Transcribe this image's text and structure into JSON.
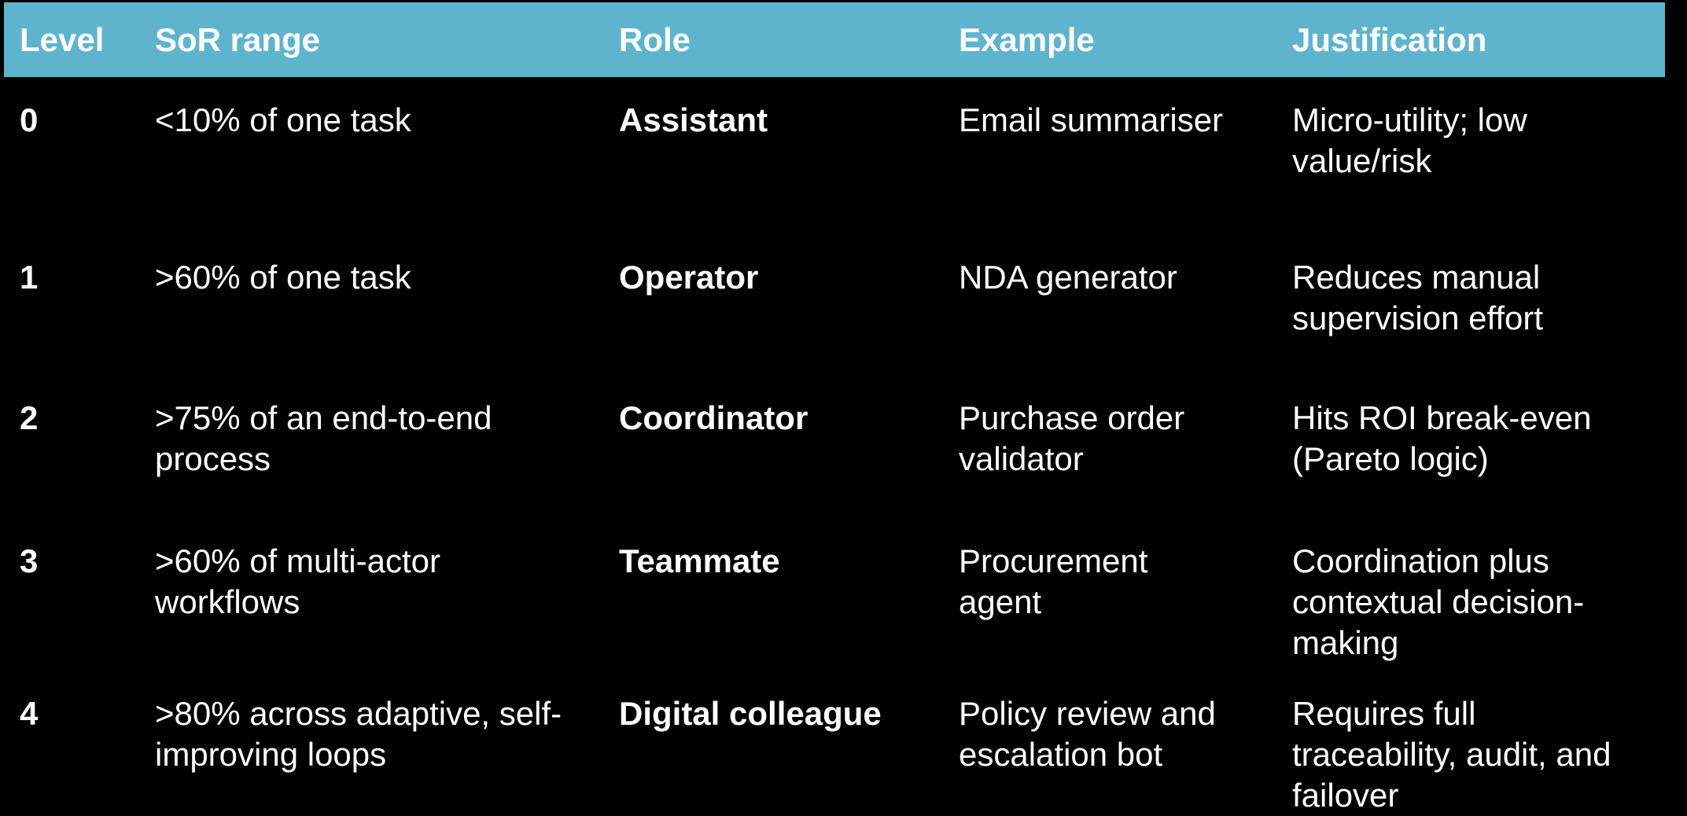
{
  "chart_data": {
    "type": "table",
    "title": "",
    "columns": [
      "Level",
      "SoR range",
      "Role",
      "Example",
      "Justification"
    ],
    "rows": [
      [
        "0",
        "<10% of one task",
        "Assistant",
        "Email summariser",
        "Micro-utility; low value/risk"
      ],
      [
        "1",
        ">60% of one task",
        "Operator",
        "NDA generator",
        "Reduces manual supervision effort"
      ],
      [
        "2",
        ">75% of an end-to-end process",
        "Coordinator",
        "Purchase order validator",
        "Hits ROI break-even (Pareto logic)"
      ],
      [
        "3",
        ">60% of multi-actor workflows",
        "Teammate",
        "Procurement agent",
        "Coordination plus contextual decision-making"
      ],
      [
        "4",
        ">80% across adaptive, self-improving loops",
        "Digital colleague",
        "Policy review and escalation bot",
        "Requires full traceability, audit, and failover"
      ]
    ],
    "layout": {
      "header_bg": "#5fb4cd",
      "header_text_color": "#ffffff",
      "body_bg": "#000000",
      "body_text_color": "#ffffff",
      "bold_columns": [
        "Level",
        "Role"
      ],
      "gridlines": "none"
    }
  },
  "display": {
    "rows": [
      {
        "level": "0",
        "sor": "<10% of one task",
        "role": "Assistant",
        "example": "Email summariser",
        "justification": "Micro-utility; low\nvalue/risk"
      },
      {
        "level": "1",
        "sor": ">60% of one task",
        "role": "Operator",
        "example": "NDA generator",
        "justification": "Reduces manual\nsupervision effort"
      },
      {
        "level": "2",
        "sor": ">75% of an end-to-end\nprocess",
        "role": "Coordinator",
        "example": "Purchase order\nvalidator",
        "justification": "Hits ROI break-even\n(Pareto logic)"
      },
      {
        "level": "3",
        "sor": ">60% of multi-actor\nworkflows",
        "role": "Teammate",
        "example": "Procurement\nagent",
        "justification": "Coordination plus\ncontextual decision-\nmaking"
      },
      {
        "level": "4",
        "sor": ">80% across adaptive, self-\nimproving loops",
        "role": "Digital colleague",
        "example": "Policy review and\nescalation bot",
        "justification": "Requires full\ntraceability, audit, and\nfailover"
      }
    ]
  },
  "colors": {
    "header_bg": "#5fb4cd",
    "background": "#000000",
    "text": "#ffffff"
  }
}
